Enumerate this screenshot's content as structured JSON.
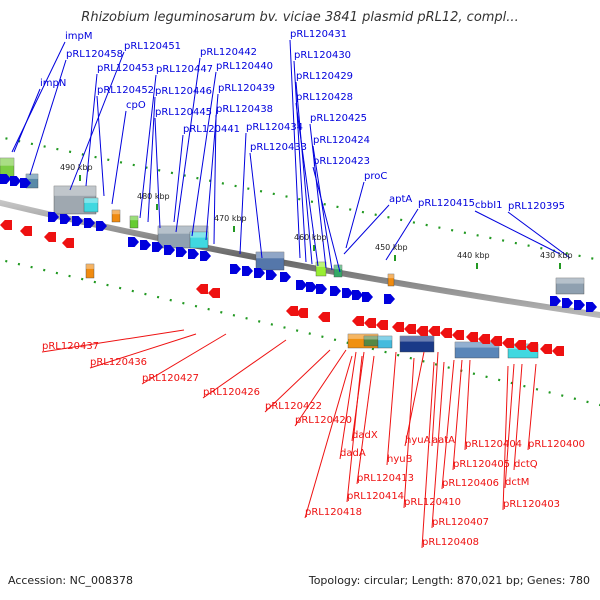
{
  "title": "Rhizobium leguminosarum bv. viciae 3841 plasmid pRL12, compl...",
  "footer": {
    "accession": "Accession: NC_008378",
    "stats": "Topology: circular; Length: 870,021 bp; Genes: 780"
  },
  "colors": {
    "forward": "#0000dd",
    "reverse": "#ee1111",
    "backbone": "#888888",
    "tick": "#229922"
  },
  "scale_labels": [
    "490 kbp",
    "480 kbp",
    "470 kbp",
    "460 kbp",
    "450 kbp",
    "440 kbp",
    "430 kbp"
  ],
  "forward_genes": [
    "impM",
    "impN",
    "pRL120458",
    "pRL120451",
    "pRL120453",
    "pRL120452",
    "cpO",
    "pRL120447",
    "pRL120446",
    "pRL120445",
    "pRL120442",
    "pRL120440",
    "pRL120439",
    "pRL120441",
    "pRL120438",
    "pRL120434",
    "pRL120433",
    "pRL120431",
    "pRL120430",
    "pRL120429",
    "pRL120428",
    "pRL120425",
    "pRL120424",
    "pRL120423",
    "proC",
    "aptA",
    "pRL120415",
    "cbbI1",
    "pRL120395"
  ],
  "reverse_genes": [
    "pRL120437",
    "pRL120436",
    "pRL120427",
    "pRL120426",
    "pRL120422",
    "pRL120420",
    "dadX",
    "dadA",
    "hyuA",
    "aatA",
    "hyuB",
    "pRL120413",
    "pRL120414",
    "pRL120418",
    "pRL120410",
    "pRL120404",
    "pRL120405",
    "pRL120406",
    "pRL120407",
    "pRL120408",
    "pRL120400",
    "dctQ",
    "dctM",
    "pRL120403"
  ]
}
